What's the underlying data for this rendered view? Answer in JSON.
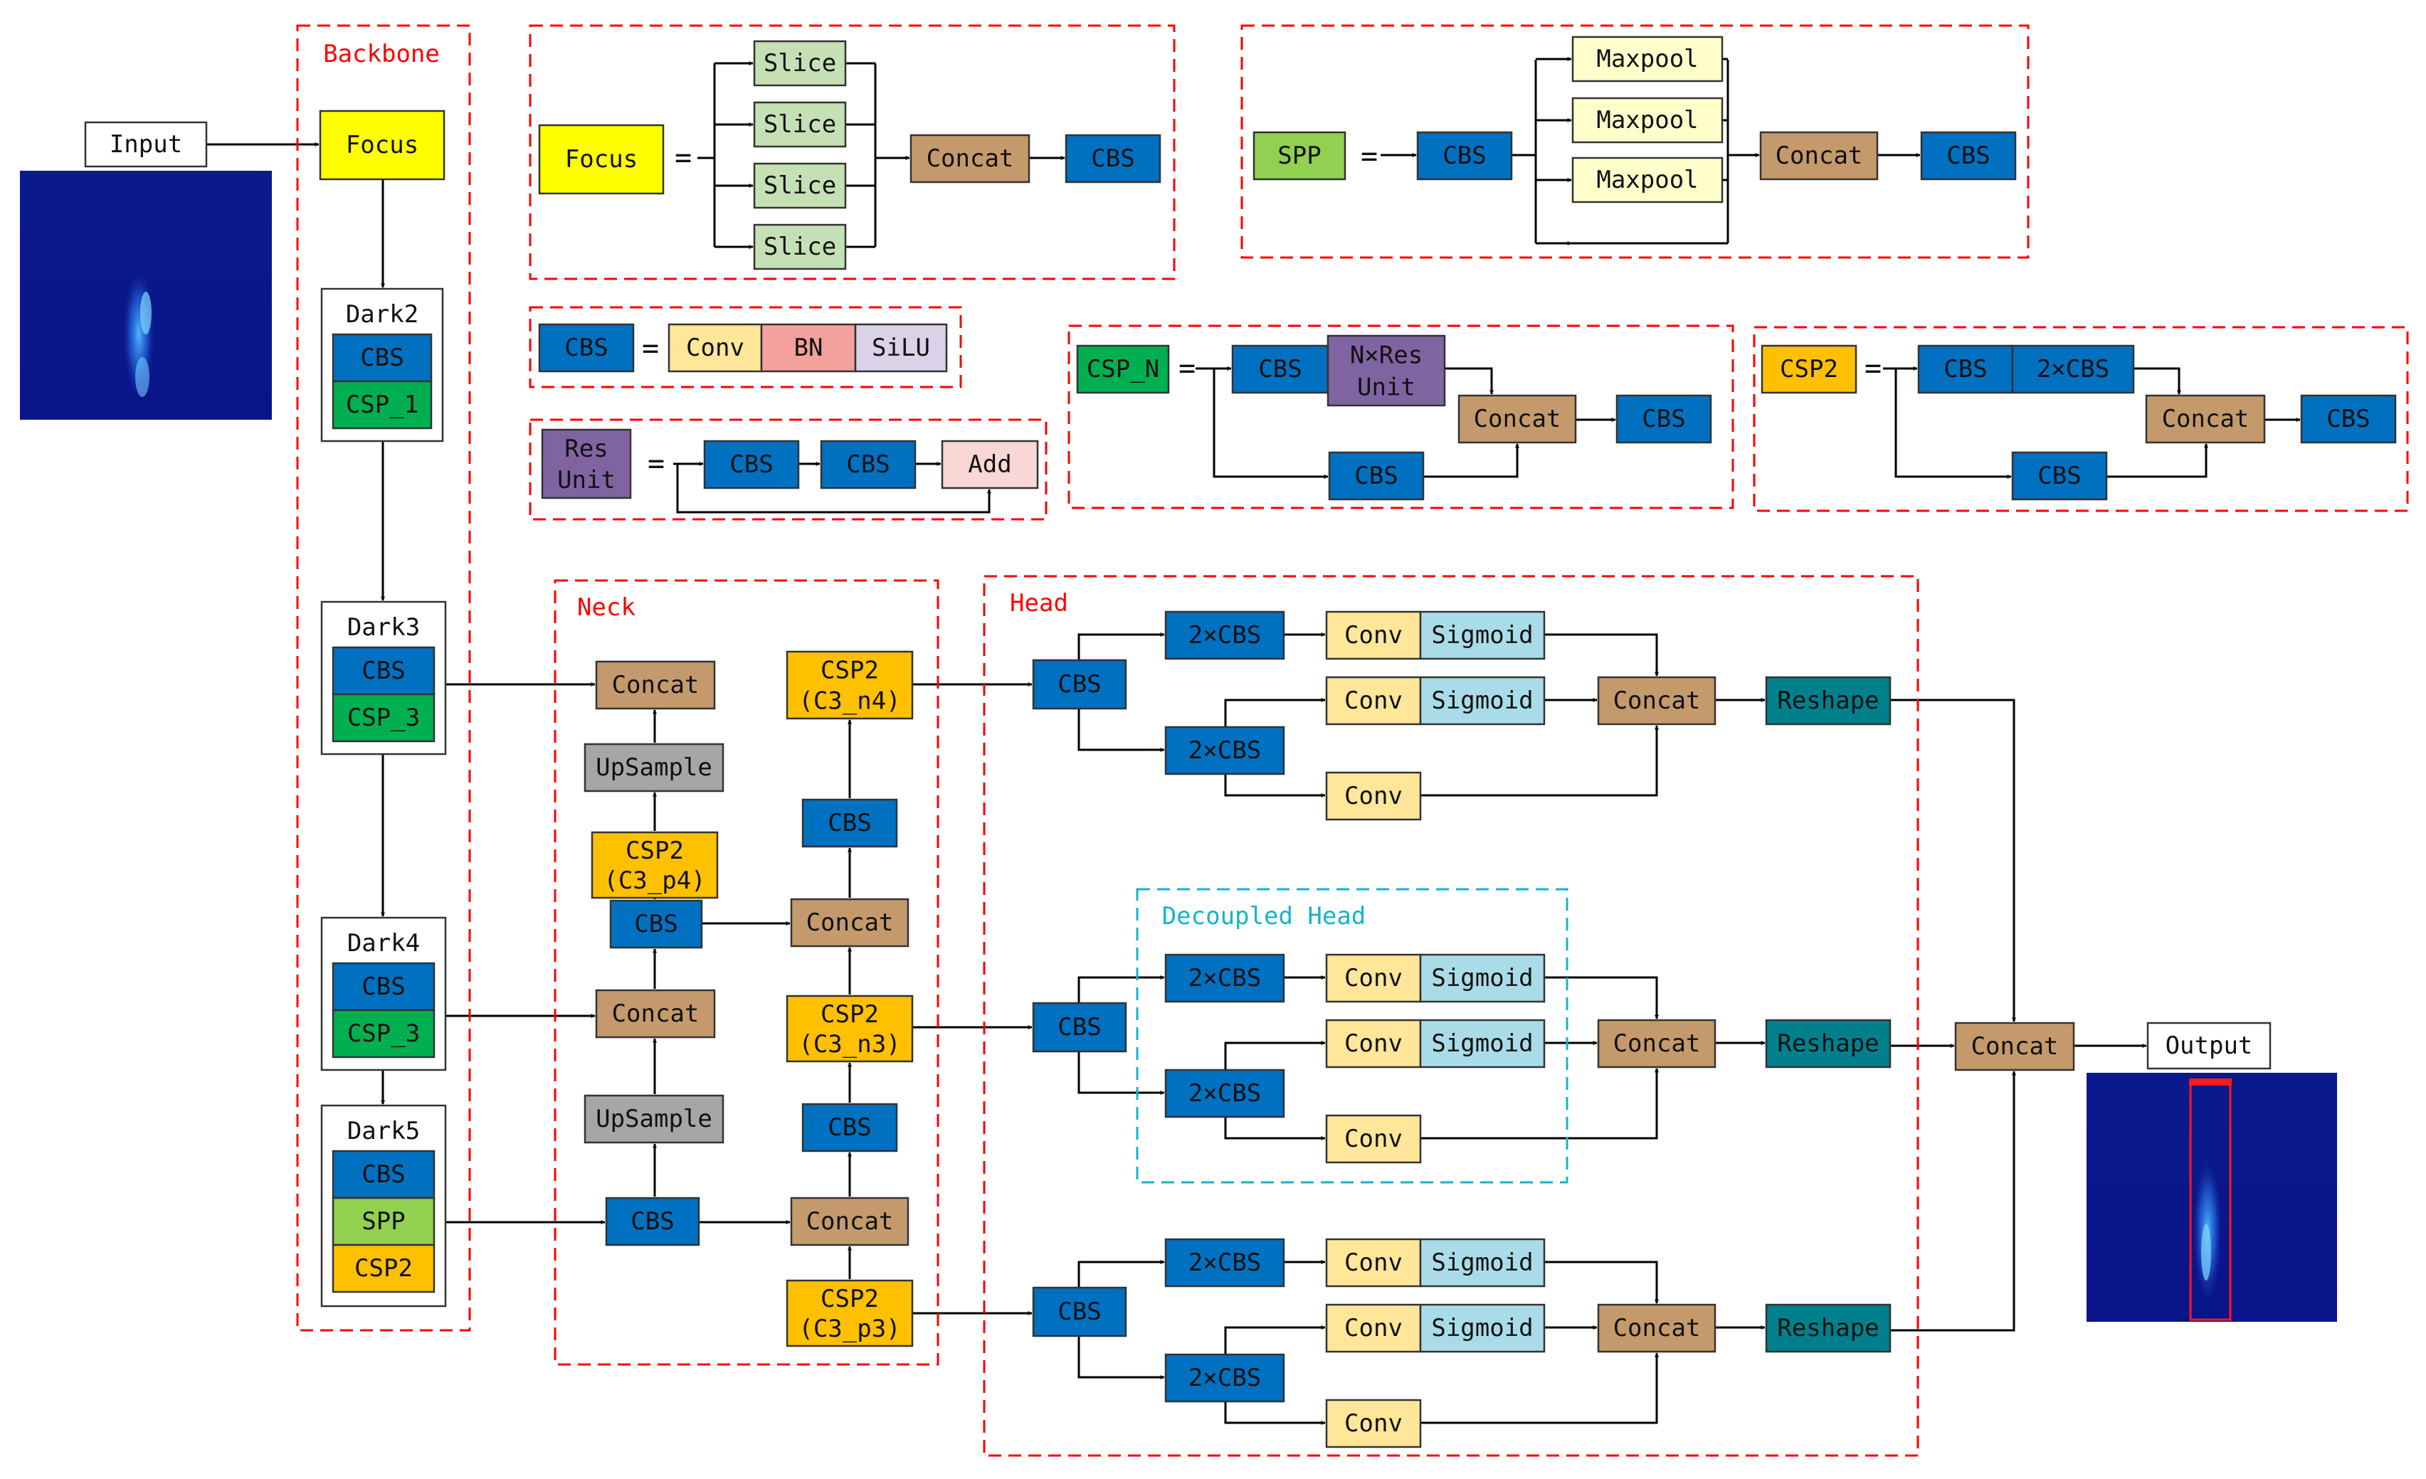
{
  "colors": {
    "cbs": "#0070C0",
    "csp": "#00B050",
    "spp": "#92D050",
    "csp2": "#FFC000",
    "focus": "#FFFF00",
    "concat": "#C49A6C",
    "upsample": "#A6A6A6",
    "reshape": "#00808C",
    "conv": "#FFE699",
    "sigmoid": "#A9DCE8",
    "maxpool": "#FFFFCC",
    "slice": "#C5E0B4",
    "bn": "#F4A09C",
    "silu": "#D9D2E9",
    "resunit": "#8064A2",
    "add": "#F8D7D5",
    "region": "#FF0000",
    "decoupled": "#17B3C7"
  },
  "input": {
    "label": "Input"
  },
  "output": {
    "label": "Output"
  },
  "regions": {
    "backbone": "Backbone",
    "neck": "Neck",
    "head": "Head",
    "decoupled_head": "Decoupled Head"
  },
  "backbone": {
    "focus": "Focus",
    "dark2": {
      "title": "Dark2",
      "items": [
        "CBS",
        "CSP_1"
      ]
    },
    "dark3": {
      "title": "Dark3",
      "items": [
        "CBS",
        "CSP_3"
      ]
    },
    "dark4": {
      "title": "Dark4",
      "items": [
        "CBS",
        "CSP_3"
      ]
    },
    "dark5": {
      "title": "Dark5",
      "items": [
        "CBS",
        "SPP",
        "CSP2"
      ]
    }
  },
  "legend": {
    "focus": {
      "name": "Focus",
      "slices": [
        "Slice",
        "Slice",
        "Slice",
        "Slice"
      ],
      "concat": "Concat",
      "cbs": "CBS"
    },
    "spp": {
      "name": "SPP",
      "cbs_in": "CBS",
      "pools": [
        "Maxpool",
        "Maxpool",
        "Maxpool"
      ],
      "concat": "Concat",
      "cbs_out": "CBS"
    },
    "cbs": {
      "name": "CBS",
      "parts": [
        "Conv",
        "BN",
        "SiLU"
      ]
    },
    "resunit": {
      "name": [
        "Res",
        "Unit"
      ],
      "cbs1": "CBS",
      "cbs2": "CBS",
      "add": "Add"
    },
    "cspn": {
      "name": "CSP_N",
      "cbs_top": "CBS",
      "res": [
        "N×Res",
        "Unit"
      ],
      "concat": "Concat",
      "cbs_out": "CBS",
      "cbs_bottom": "CBS"
    },
    "csp2": {
      "name": "CSP2",
      "cbs_top": "CBS",
      "cbs2x": "2×CBS",
      "concat": "Concat",
      "cbs_out": "CBS",
      "cbs_bottom": "CBS"
    },
    "equals": "="
  },
  "neck": {
    "concat_top": "Concat",
    "upsample_top": "UpSample",
    "csp2_p4": [
      "CSP2",
      "(C3_p4)"
    ],
    "cbs_mid": "CBS",
    "concat_mid": "Concat",
    "upsample_bot": "UpSample",
    "cbs_bot": "CBS",
    "csp2_n4": [
      "CSP2",
      "(C3_n4)"
    ],
    "cbs_r1": "CBS",
    "concat_r1": "Concat",
    "csp2_n3": [
      "CSP2",
      "(C3_n3)"
    ],
    "cbs_r2": "CBS",
    "concat_r2": "Concat",
    "csp2_p3": [
      "CSP2",
      "(C3_p3)"
    ]
  },
  "head": {
    "branches": [
      {
        "cbs": "CBS",
        "cbs2x_a": "2×CBS",
        "cbs2x_b": "2×CBS",
        "conv1": "Conv",
        "sig1": "Sigmoid",
        "conv2": "Conv",
        "sig2": "Sigmoid",
        "conv3": "Conv",
        "concat": "Concat",
        "reshape": "Reshape"
      },
      {
        "cbs": "CBS",
        "cbs2x_a": "2×CBS",
        "cbs2x_b": "2×CBS",
        "conv1": "Conv",
        "sig1": "Sigmoid",
        "conv2": "Conv",
        "sig2": "Sigmoid",
        "conv3": "Conv",
        "concat": "Concat",
        "reshape": "Reshape"
      },
      {
        "cbs": "CBS",
        "cbs2x_a": "2×CBS",
        "cbs2x_b": "2×CBS",
        "conv1": "Conv",
        "sig1": "Sigmoid",
        "conv2": "Conv",
        "sig2": "Sigmoid",
        "conv3": "Conv",
        "concat": "Concat",
        "reshape": "Reshape"
      }
    ],
    "final_concat": "Concat"
  }
}
